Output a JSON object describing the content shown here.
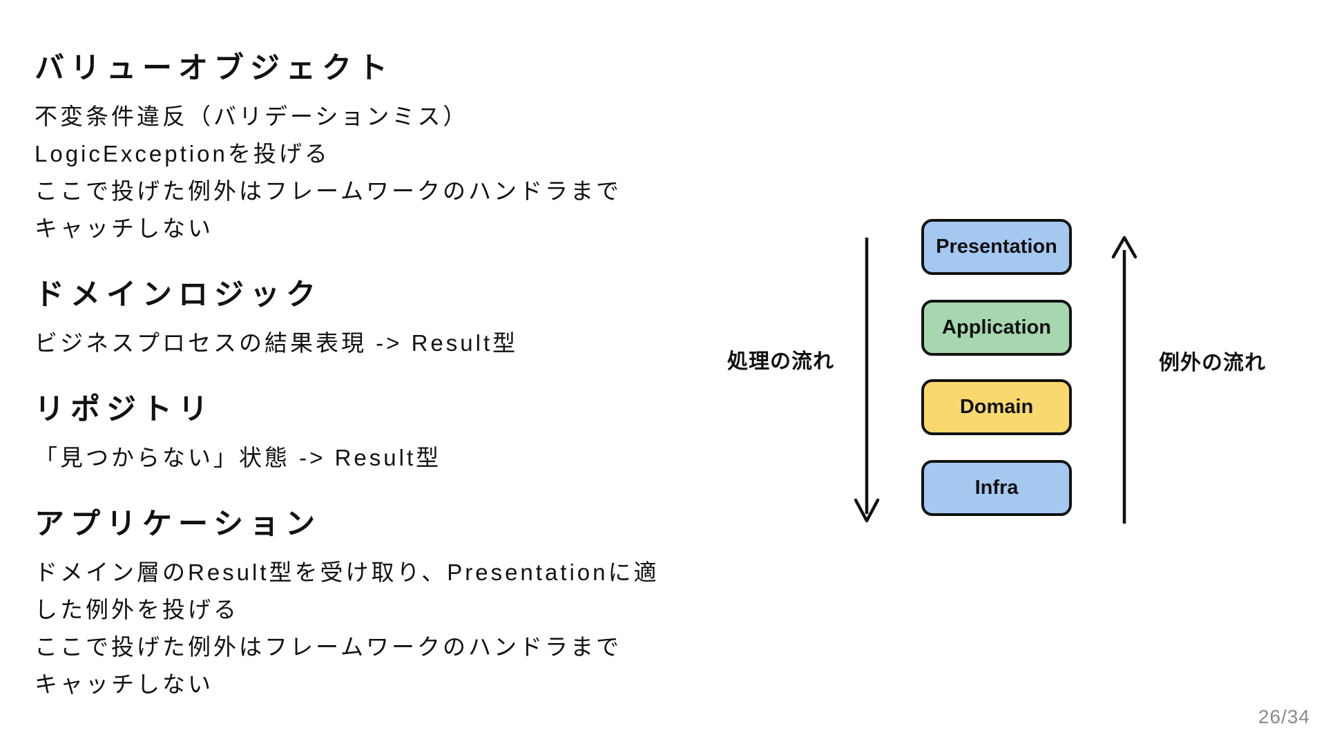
{
  "slide": {
    "page_number": "26/34",
    "background_color": "#ffffff",
    "text_color": "#111111",
    "page_number_color": "#8a8a8a"
  },
  "sections": [
    {
      "heading": "バリューオブジェクト",
      "lines": [
        "不変条件違反（バリデーションミス）",
        "LogicExceptionを投げる",
        "ここで投げた例外はフレームワークのハンドラまで",
        "キャッチしない"
      ]
    },
    {
      "heading": "ドメインロジック",
      "lines": [
        "ビジネスプロセスの結果表現 -> Result型"
      ]
    },
    {
      "heading": "リポジトリ",
      "lines": [
        "「見つからない」状態 -> Result型"
      ]
    },
    {
      "heading": "アプリケーション",
      "lines": [
        "ドメイン層のResult型を受け取り、Presentationに適",
        "した例外を投げる",
        "ここで投げた例外はフレームワークのハンドラまで",
        "キャッチしない"
      ]
    }
  ],
  "diagram": {
    "flow_down_label": "処理の流れ",
    "flow_up_label": "例外の流れ",
    "arrow_color": "#111111",
    "box_border_color": "#111111",
    "layers": [
      {
        "label": "Presentation",
        "color": "#a5c8f1"
      },
      {
        "label": "Application",
        "color": "#a6d7af"
      },
      {
        "label": "Domain",
        "color": "#f9d96e"
      },
      {
        "label": "Infra",
        "color": "#a5c8f1"
      }
    ]
  }
}
